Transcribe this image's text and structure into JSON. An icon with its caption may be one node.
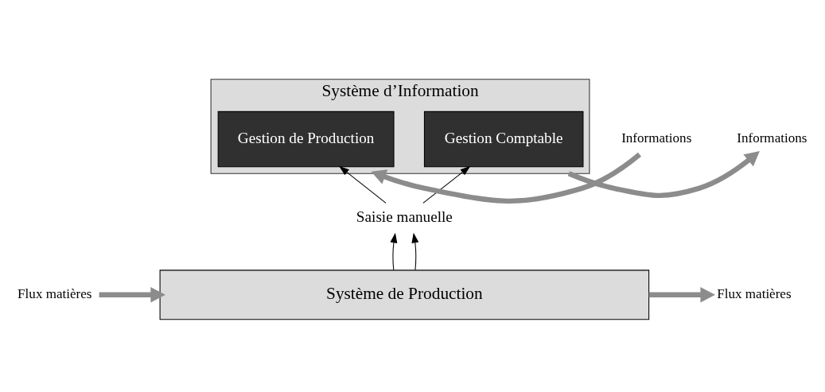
{
  "diagram": {
    "nodes": [
      {
        "text": [
          "Système d’Information"
        ]
      },
      {
        "text": [
          "Gestion de Production"
        ],
        "in": 0
      },
      {
        "text": [
          "Gestion Comptable"
        ],
        "in": 0
      },
      {
        "text": [
          "Saisie manuelle"
        ]
      },
      {
        "text": [
          "Système de Production"
        ]
      },
      {
        "text": [
          "Informations"
        ]
      },
      {
        "text": [
          "Informations"
        ]
      },
      {
        "text": [
          "Flux matières"
        ]
      },
      {
        "text": [
          "Flux matières"
        ]
      }
    ],
    "edges": [
      {
        "from": 5,
        "to": 0,
        "arrow": "to",
        "style": "thick"
      },
      {
        "from": 0,
        "to": 6,
        "arrow": "to",
        "style": "thick"
      },
      {
        "from": 7,
        "to": 4,
        "arrow": "to",
        "style": "thick"
      },
      {
        "from": 4,
        "to": 8,
        "arrow": "to",
        "style": "thick"
      },
      {
        "from": 4,
        "to": 3,
        "arrow": "to",
        "color": "#000000"
      },
      {
        "from": 4,
        "to": 3,
        "arrow": "to",
        "color": "#000000"
      },
      {
        "from": 3,
        "to": 1,
        "arrow": "to",
        "color": "#000000"
      },
      {
        "from": 3,
        "to": 2,
        "arrow": "to",
        "color": "#000000"
      }
    ]
  }
}
